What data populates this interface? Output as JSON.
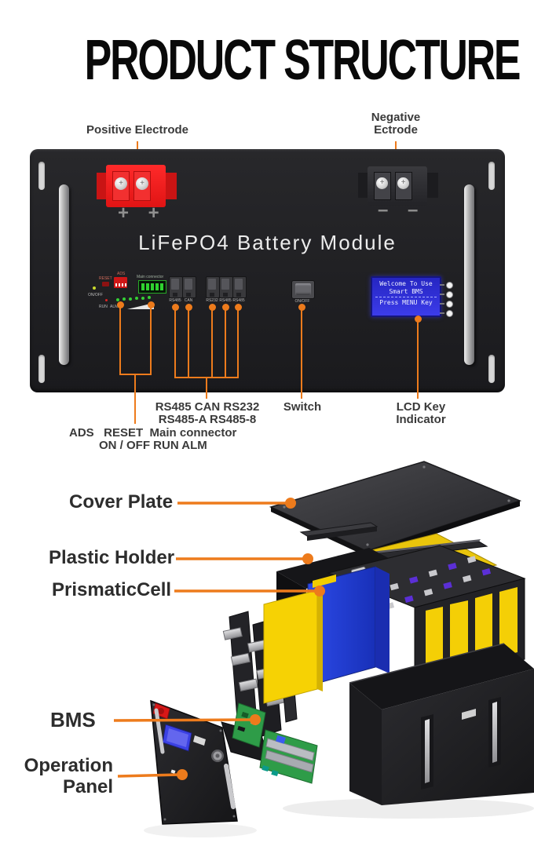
{
  "title": "PRODUCT STRUCTURE",
  "colors": {
    "accent_orange": "#ED7B1C",
    "panel_black": "#202023",
    "terminal_red": "#E01414",
    "lcd_blue": "#2B2BD5",
    "holder_yellow": "#E9C50C",
    "cell_blue": "#2343DD",
    "cell_window_yellow": "#F4CF06",
    "pcb_green": "#2E9C48"
  },
  "front_panel": {
    "callout_positive": "Positive Electrode",
    "callout_negative_line1": "Negative",
    "callout_negative_line2": "Ectrode",
    "module_title": "LiFePO4 Battery Module",
    "plus_marks": "+ +",
    "minus_marks": "– –",
    "cluster": {
      "reset": "RESET",
      "ads": "ADS",
      "main_connector": "Main connector",
      "on_off": "ON/OFF",
      "run": "RUN",
      "alm": "ALM"
    },
    "ports": [
      "RS485",
      "CAN",
      "RS232",
      "RS485",
      "RS485"
    ],
    "switch_label": "ON/OFF",
    "lcd": {
      "line1": "Welcome To Use",
      "line2": "Smart BMS",
      "line3": "Press MENU Key"
    },
    "callouts": {
      "ports_line1": "RS485 CAN RS232",
      "ports_line2": "RS485-A RS485-8",
      "switch": "Switch",
      "lcd_line1": "LCD Key",
      "lcd_line2": "Indicator",
      "cluster_line1": "ADS   RESET  Main connector",
      "cluster_line2": "ON / OFF  RUN ALM"
    }
  },
  "exploded_view": {
    "labels": {
      "cover_plate": "Cover Plate",
      "plastic_holder": "Plastic Holder",
      "prismatic_cell": "PrismaticCell",
      "bms": "BMS",
      "operation_line1": "Operation",
      "operation_line2": "Panel"
    }
  }
}
